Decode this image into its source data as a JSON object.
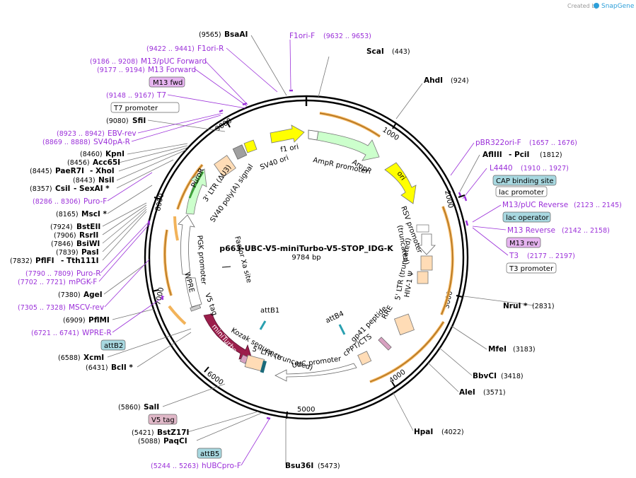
{
  "header": {
    "created_by": "Created by",
    "brand": "SnapGene"
  },
  "map": {
    "name": "p663-UBC-V5-miniTurbo-V5-STOP_IDG-K",
    "length": "9784 bp"
  },
  "ticks": [
    "1000",
    "2000",
    "3000",
    "4000",
    "5000",
    "6000",
    "7000",
    "8000",
    "9000"
  ],
  "enzymes": [
    {
      "name": "BsaAI",
      "pos": "(9565)"
    },
    {
      "name": "ScaI",
      "pos": "(443)"
    },
    {
      "name": "AhdI",
      "pos": "(924)"
    },
    {
      "name": "SfiI",
      "pos": "(9080)"
    },
    {
      "name": "KpnI",
      "pos": "(8460)"
    },
    {
      "name": "Acc65I",
      "pos": "(8456)"
    },
    {
      "name": "PaeR7I",
      "pos": "(8445)",
      "extra": "XhoI"
    },
    {
      "name": "NsiI",
      "pos": "(8443)"
    },
    {
      "name": "CsiI",
      "pos": "(8357)",
      "extra": "SexAI *"
    },
    {
      "name": "MscI *",
      "pos": "(8165)"
    },
    {
      "name": "AflIII",
      "pos": "(1812)",
      "extra": "PciI"
    },
    {
      "name": "BstEII",
      "pos": "(7924)"
    },
    {
      "name": "RsrII",
      "pos": "(7906)"
    },
    {
      "name": "BsiWI",
      "pos": "(7846)"
    },
    {
      "name": "PasI",
      "pos": "(7839)"
    },
    {
      "name": "PflFI",
      "pos": "(7832)",
      "extra": "Tth111I"
    },
    {
      "name": "AgeI",
      "pos": "(7380)"
    },
    {
      "name": "NruI *",
      "pos": "(2831)"
    },
    {
      "name": "PflMI",
      "pos": "(6909)"
    },
    {
      "name": "MfeI",
      "pos": "(3183)"
    },
    {
      "name": "XcmI",
      "pos": "(6588)"
    },
    {
      "name": "BbvCI",
      "pos": "(3418)"
    },
    {
      "name": "BclI *",
      "pos": "(6431)"
    },
    {
      "name": "AleI",
      "pos": "(3571)"
    },
    {
      "name": "SalI",
      "pos": "(5860)"
    },
    {
      "name": "HpaI",
      "pos": "(4022)"
    },
    {
      "name": "Bsu36I",
      "pos": "(5473)"
    },
    {
      "name": "BstZ17I",
      "pos": "(5421)"
    },
    {
      "name": "PaqCI",
      "pos": "(5088)"
    }
  ],
  "primers": [
    {
      "name": "F1ori-F",
      "pos": "(9632 .. 9653)"
    },
    {
      "name": "F1ori-R",
      "pos": "(9422 .. 9441)"
    },
    {
      "name": "M13/pUC Forward",
      "pos": "(9186 .. 9208)"
    },
    {
      "name": "M13 Forward",
      "pos": "(9177 .. 9194)"
    },
    {
      "name": "T7",
      "pos": "(9148 .. 9167)"
    },
    {
      "name": "EBV-rev",
      "pos": "(8923 .. 8942)"
    },
    {
      "name": "SV40pA-R",
      "pos": "(8869 .. 8888)"
    },
    {
      "name": "Puro-F",
      "pos": "(8286 .. 8306)"
    },
    {
      "name": "Puro-R",
      "pos": "(7790 .. 7809)"
    },
    {
      "name": "mPGK-F",
      "pos": "(7702 .. 7721)"
    },
    {
      "name": "MSCV-rev",
      "pos": "(7305 .. 7328)"
    },
    {
      "name": "WPRE-R",
      "pos": "(6721 .. 6741)"
    },
    {
      "name": "hUBCpro-F",
      "pos": "(5244 .. 5263)"
    },
    {
      "name": "pBR322ori-F",
      "pos": "(1657 .. 1676)"
    },
    {
      "name": "L4440",
      "pos": "(1910 .. 1927)"
    },
    {
      "name": "M13/pUC Reverse",
      "pos": "(2123 .. 2145)"
    },
    {
      "name": "M13 Reverse",
      "pos": "(2142 .. 2158)"
    },
    {
      "name": "T3",
      "pos": "(2177 .. 2197)"
    }
  ],
  "boxes": [
    "M13 fwd",
    "T7 promoter",
    "attB2",
    "V5 tag",
    "attB5",
    "CAP binding site",
    "lac promoter",
    "lac operator",
    "M13 rev",
    "T3 promoter"
  ],
  "features": [
    "f1 ori",
    "SV40 ori",
    "AmpR promoter",
    "AmpR",
    "ori",
    "RSV promoter",
    "(truncated)",
    "5' LTR (truncated)",
    "HIV-1 Ψ",
    "RRE",
    "gp41 peptide",
    "cPPT/CTS",
    "UbC promoter",
    "5' LTR (truncated)",
    "Kozak sequence",
    "attB1",
    "attB4",
    "miniTurbo",
    "V5 tag",
    "WPRE",
    "PGK promoter",
    "PuroR",
    "3' LTR (ΔU3)",
    "SV40 poly(A) signal",
    "Factor Xa site"
  ]
}
